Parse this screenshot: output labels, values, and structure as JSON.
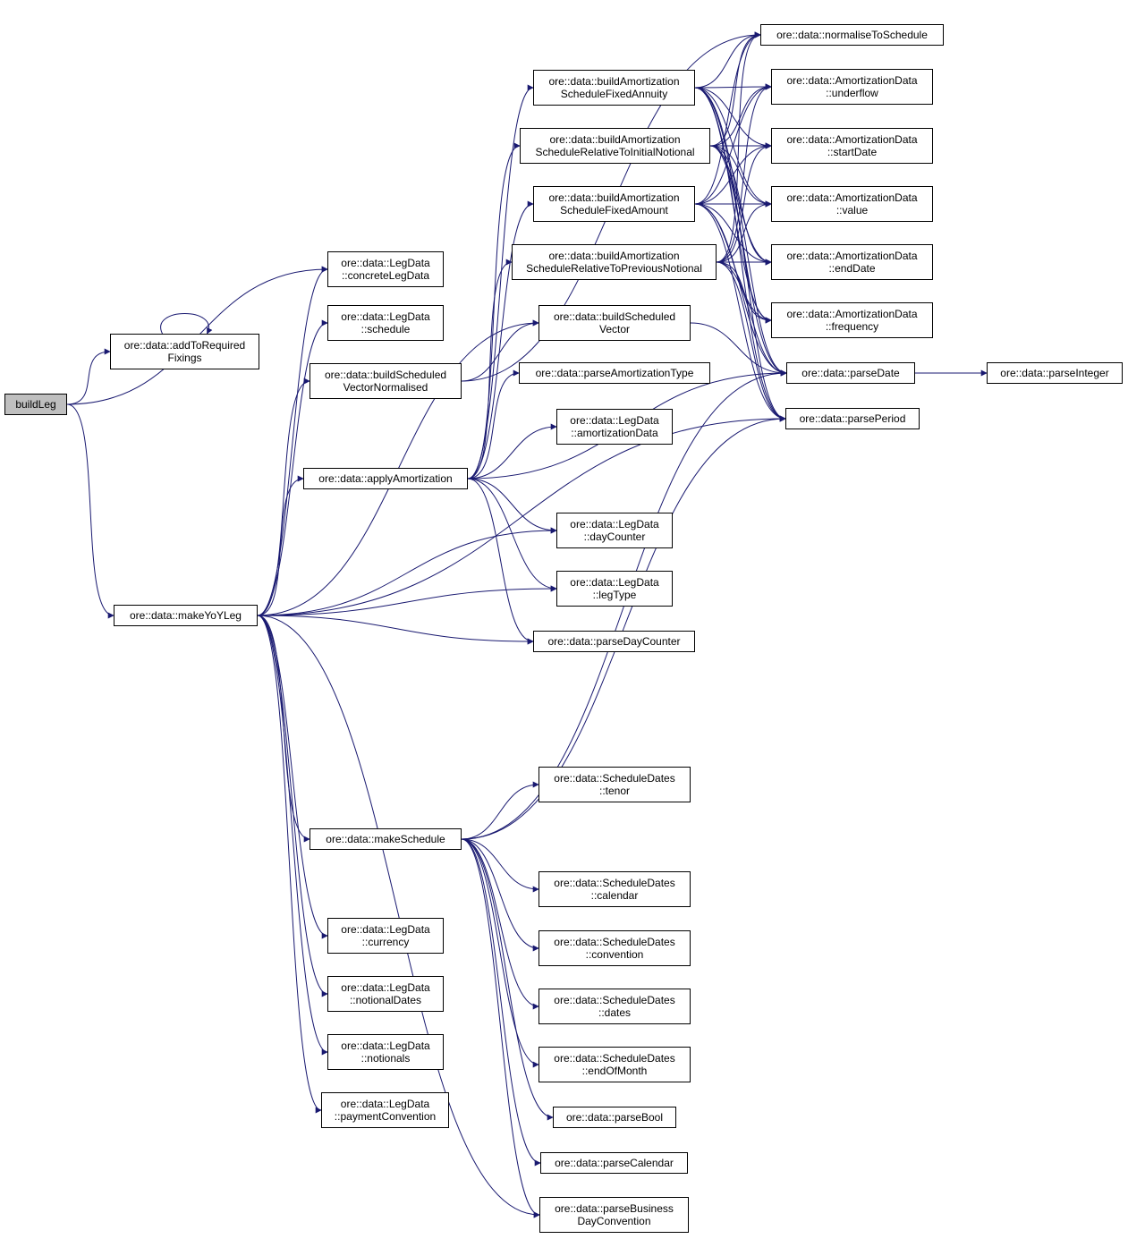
{
  "colors": {
    "edge": "#191970",
    "node_border": "#000000",
    "node_fill": "#ffffff",
    "root_fill": "#bfbfbf"
  },
  "nodes": [
    {
      "id": "buildLeg",
      "lines": [
        "buildLeg"
      ],
      "root": true
    },
    {
      "id": "addToRequiredFixings",
      "lines": [
        "ore::data::addToRequired",
        "Fixings"
      ]
    },
    {
      "id": "makeYoYLeg",
      "lines": [
        "ore::data::makeYoYLeg"
      ]
    },
    {
      "id": "concreteLegData",
      "lines": [
        "ore::data::LegData",
        "::concreteLegData"
      ]
    },
    {
      "id": "legSchedule",
      "lines": [
        "ore::data::LegData",
        "::schedule"
      ]
    },
    {
      "id": "buildScheduledVectorNormalised",
      "lines": [
        "ore::data::buildScheduled",
        "VectorNormalised"
      ]
    },
    {
      "id": "applyAmortization",
      "lines": [
        "ore::data::applyAmortization"
      ]
    },
    {
      "id": "makeSchedule",
      "lines": [
        "ore::data::makeSchedule"
      ]
    },
    {
      "id": "currency",
      "lines": [
        "ore::data::LegData",
        "::currency"
      ]
    },
    {
      "id": "notionalDates",
      "lines": [
        "ore::data::LegData",
        "::notionalDates"
      ]
    },
    {
      "id": "notionals",
      "lines": [
        "ore::data::LegData",
        "::notionals"
      ]
    },
    {
      "id": "paymentConvention",
      "lines": [
        "ore::data::LegData",
        "::paymentConvention"
      ]
    },
    {
      "id": "fixedAnnuity",
      "lines": [
        "ore::data::buildAmortization",
        "ScheduleFixedAnnuity"
      ]
    },
    {
      "id": "relInitial",
      "lines": [
        "ore::data::buildAmortization",
        "ScheduleRelativeToInitialNotional"
      ]
    },
    {
      "id": "fixedAmount",
      "lines": [
        "ore::data::buildAmortization",
        "ScheduleFixedAmount"
      ]
    },
    {
      "id": "relPrevious",
      "lines": [
        "ore::data::buildAmortization",
        "ScheduleRelativeToPreviousNotional"
      ]
    },
    {
      "id": "buildScheduledVector",
      "lines": [
        "ore::data::buildScheduled",
        "Vector"
      ]
    },
    {
      "id": "parseAmortizationType",
      "lines": [
        "ore::data::parseAmortizationType"
      ]
    },
    {
      "id": "amortizationData",
      "lines": [
        "ore::data::LegData",
        "::amortizationData"
      ]
    },
    {
      "id": "dayCounter",
      "lines": [
        "ore::data::LegData",
        "::dayCounter"
      ]
    },
    {
      "id": "legType",
      "lines": [
        "ore::data::LegData",
        "::legType"
      ]
    },
    {
      "id": "parseDayCounter",
      "lines": [
        "ore::data::parseDayCounter"
      ]
    },
    {
      "id": "tenor",
      "lines": [
        "ore::data::ScheduleDates",
        "::tenor"
      ]
    },
    {
      "id": "calendar",
      "lines": [
        "ore::data::ScheduleDates",
        "::calendar"
      ]
    },
    {
      "id": "convention",
      "lines": [
        "ore::data::ScheduleDates",
        "::convention"
      ]
    },
    {
      "id": "dates",
      "lines": [
        "ore::data::ScheduleDates",
        "::dates"
      ]
    },
    {
      "id": "endOfMonth",
      "lines": [
        "ore::data::ScheduleDates",
        "::endOfMonth"
      ]
    },
    {
      "id": "parseBool",
      "lines": [
        "ore::data::parseBool"
      ]
    },
    {
      "id": "parseCalendar",
      "lines": [
        "ore::data::parseCalendar"
      ]
    },
    {
      "id": "parseBDC",
      "lines": [
        "ore::data::parseBusiness",
        "DayConvention"
      ]
    },
    {
      "id": "normaliseToSchedule",
      "lines": [
        "ore::data::normaliseToSchedule"
      ]
    },
    {
      "id": "underflow",
      "lines": [
        "ore::data::AmortizationData",
        "::underflow"
      ]
    },
    {
      "id": "startDate",
      "lines": [
        "ore::data::AmortizationData",
        "::startDate"
      ]
    },
    {
      "id": "amortValue",
      "lines": [
        "ore::data::AmortizationData",
        "::value"
      ]
    },
    {
      "id": "endDate",
      "lines": [
        "ore::data::AmortizationData",
        "::endDate"
      ]
    },
    {
      "id": "frequency",
      "lines": [
        "ore::data::AmortizationData",
        "::frequency"
      ]
    },
    {
      "id": "parseDate",
      "lines": [
        "ore::data::parseDate"
      ]
    },
    {
      "id": "parsePeriod",
      "lines": [
        "ore::data::parsePeriod"
      ]
    },
    {
      "id": "parseInteger",
      "lines": [
        "ore::data::parseInteger"
      ]
    }
  ],
  "edges": [
    [
      "buildLeg",
      "addToRequiredFixings"
    ],
    [
      "buildLeg",
      "makeYoYLeg"
    ],
    [
      "buildLeg",
      "concreteLegData"
    ],
    [
      "addToRequiredFixings",
      "addToRequiredFixings"
    ],
    [
      "makeYoYLeg",
      "concreteLegData"
    ],
    [
      "makeYoYLeg",
      "legSchedule"
    ],
    [
      "makeYoYLeg",
      "buildScheduledVectorNormalised"
    ],
    [
      "makeYoYLeg",
      "applyAmortization"
    ],
    [
      "makeYoYLeg",
      "makeSchedule"
    ],
    [
      "makeYoYLeg",
      "currency"
    ],
    [
      "makeYoYLeg",
      "notionalDates"
    ],
    [
      "makeYoYLeg",
      "notionals"
    ],
    [
      "makeYoYLeg",
      "paymentConvention"
    ],
    [
      "makeYoYLeg",
      "dayCounter"
    ],
    [
      "makeYoYLeg",
      "legType"
    ],
    [
      "makeYoYLeg",
      "parseDayCounter"
    ],
    [
      "makeYoYLeg",
      "parsePeriod"
    ],
    [
      "makeYoYLeg",
      "parseBDC"
    ],
    [
      "makeYoYLeg",
      "buildScheduledVector"
    ],
    [
      "buildScheduledVectorNormalised",
      "buildScheduledVector"
    ],
    [
      "buildScheduledVectorNormalised",
      "normaliseToSchedule"
    ],
    [
      "applyAmortization",
      "fixedAnnuity"
    ],
    [
      "applyAmortization",
      "relInitial"
    ],
    [
      "applyAmortization",
      "fixedAmount"
    ],
    [
      "applyAmortization",
      "relPrevious"
    ],
    [
      "applyAmortization",
      "parseAmortizationType"
    ],
    [
      "applyAmortization",
      "amortizationData"
    ],
    [
      "applyAmortization",
      "dayCounter"
    ],
    [
      "applyAmortization",
      "legType"
    ],
    [
      "applyAmortization",
      "parseDayCounter"
    ],
    [
      "applyAmortization",
      "parseDate"
    ],
    [
      "fixedAnnuity",
      "normaliseToSchedule"
    ],
    [
      "fixedAnnuity",
      "underflow"
    ],
    [
      "fixedAnnuity",
      "startDate"
    ],
    [
      "fixedAnnuity",
      "amortValue"
    ],
    [
      "fixedAnnuity",
      "endDate"
    ],
    [
      "fixedAnnuity",
      "frequency"
    ],
    [
      "fixedAnnuity",
      "parseDate"
    ],
    [
      "fixedAnnuity",
      "parsePeriod"
    ],
    [
      "relInitial",
      "normaliseToSchedule"
    ],
    [
      "relInitial",
      "underflow"
    ],
    [
      "relInitial",
      "startDate"
    ],
    [
      "relInitial",
      "amortValue"
    ],
    [
      "relInitial",
      "endDate"
    ],
    [
      "relInitial",
      "frequency"
    ],
    [
      "relInitial",
      "parseDate"
    ],
    [
      "relInitial",
      "parsePeriod"
    ],
    [
      "fixedAmount",
      "normaliseToSchedule"
    ],
    [
      "fixedAmount",
      "underflow"
    ],
    [
      "fixedAmount",
      "startDate"
    ],
    [
      "fixedAmount",
      "amortValue"
    ],
    [
      "fixedAmount",
      "endDate"
    ],
    [
      "fixedAmount",
      "frequency"
    ],
    [
      "fixedAmount",
      "parseDate"
    ],
    [
      "fixedAmount",
      "parsePeriod"
    ],
    [
      "relPrevious",
      "normaliseToSchedule"
    ],
    [
      "relPrevious",
      "underflow"
    ],
    [
      "relPrevious",
      "startDate"
    ],
    [
      "relPrevious",
      "amortValue"
    ],
    [
      "relPrevious",
      "endDate"
    ],
    [
      "relPrevious",
      "frequency"
    ],
    [
      "relPrevious",
      "parseDate"
    ],
    [
      "relPrevious",
      "parsePeriod"
    ],
    [
      "buildScheduledVector",
      "parseDate"
    ],
    [
      "parseDate",
      "parseInteger"
    ],
    [
      "makeSchedule",
      "tenor"
    ],
    [
      "makeSchedule",
      "calendar"
    ],
    [
      "makeSchedule",
      "convention"
    ],
    [
      "makeSchedule",
      "dates"
    ],
    [
      "makeSchedule",
      "endOfMonth"
    ],
    [
      "makeSchedule",
      "parseBool"
    ],
    [
      "makeSchedule",
      "parseCalendar"
    ],
    [
      "makeSchedule",
      "parseBDC"
    ],
    [
      "makeSchedule",
      "parseDate"
    ],
    [
      "makeSchedule",
      "parsePeriod"
    ]
  ]
}
